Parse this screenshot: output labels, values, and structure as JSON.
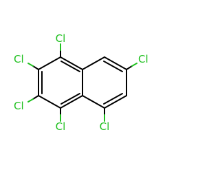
{
  "molecule": {
    "atom_color": "#1fc01f",
    "bond_color": "#000000",
    "substituents": [
      {
        "position": "C1",
        "label": "Cl"
      },
      {
        "position": "C2",
        "label": "Cl"
      },
      {
        "position": "C3",
        "label": "Cl"
      },
      {
        "position": "C4",
        "label": "Cl"
      },
      {
        "position": "C5",
        "label": "Cl"
      },
      {
        "position": "C7",
        "label": "Cl"
      }
    ]
  }
}
